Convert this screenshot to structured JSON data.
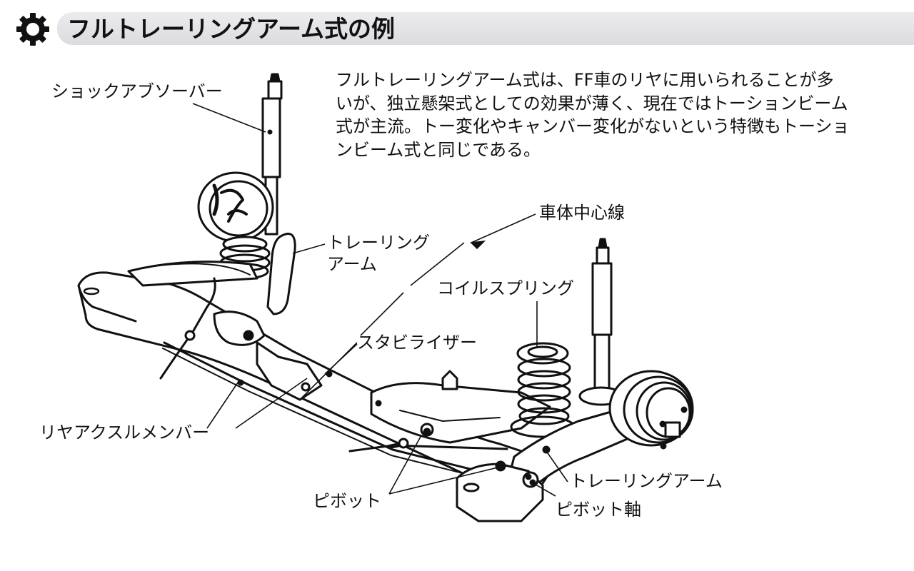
{
  "header": {
    "icon": "gear-icon",
    "title": "フルトレーリングアーム式の例"
  },
  "description": {
    "lines": [
      "フルトレーリングアーム式は、FF車のリヤに用いられることが多",
      "いが、独立懸架式としての効果が薄く、現在ではトーションビーム",
      "式が主流。トー変化やキャンバー変化がないという特徴もトーショ",
      "ンビーム式と同じである。"
    ]
  },
  "diagram": {
    "labels": {
      "shock_absorber": "ショックアブソーバー",
      "trailing_arm_upper_1": "トレーリング",
      "trailing_arm_upper_2": "アーム",
      "body_centerline": "車体中心線",
      "coil_spring": "コイルスプリング",
      "stabilizer": "スタビライザー",
      "rear_axle_member": "リヤアクスルメンバー",
      "pivot": "ピボット",
      "trailing_arm_lower": "トレーリングアーム",
      "pivot_shaft": "ピボット軸"
    }
  }
}
